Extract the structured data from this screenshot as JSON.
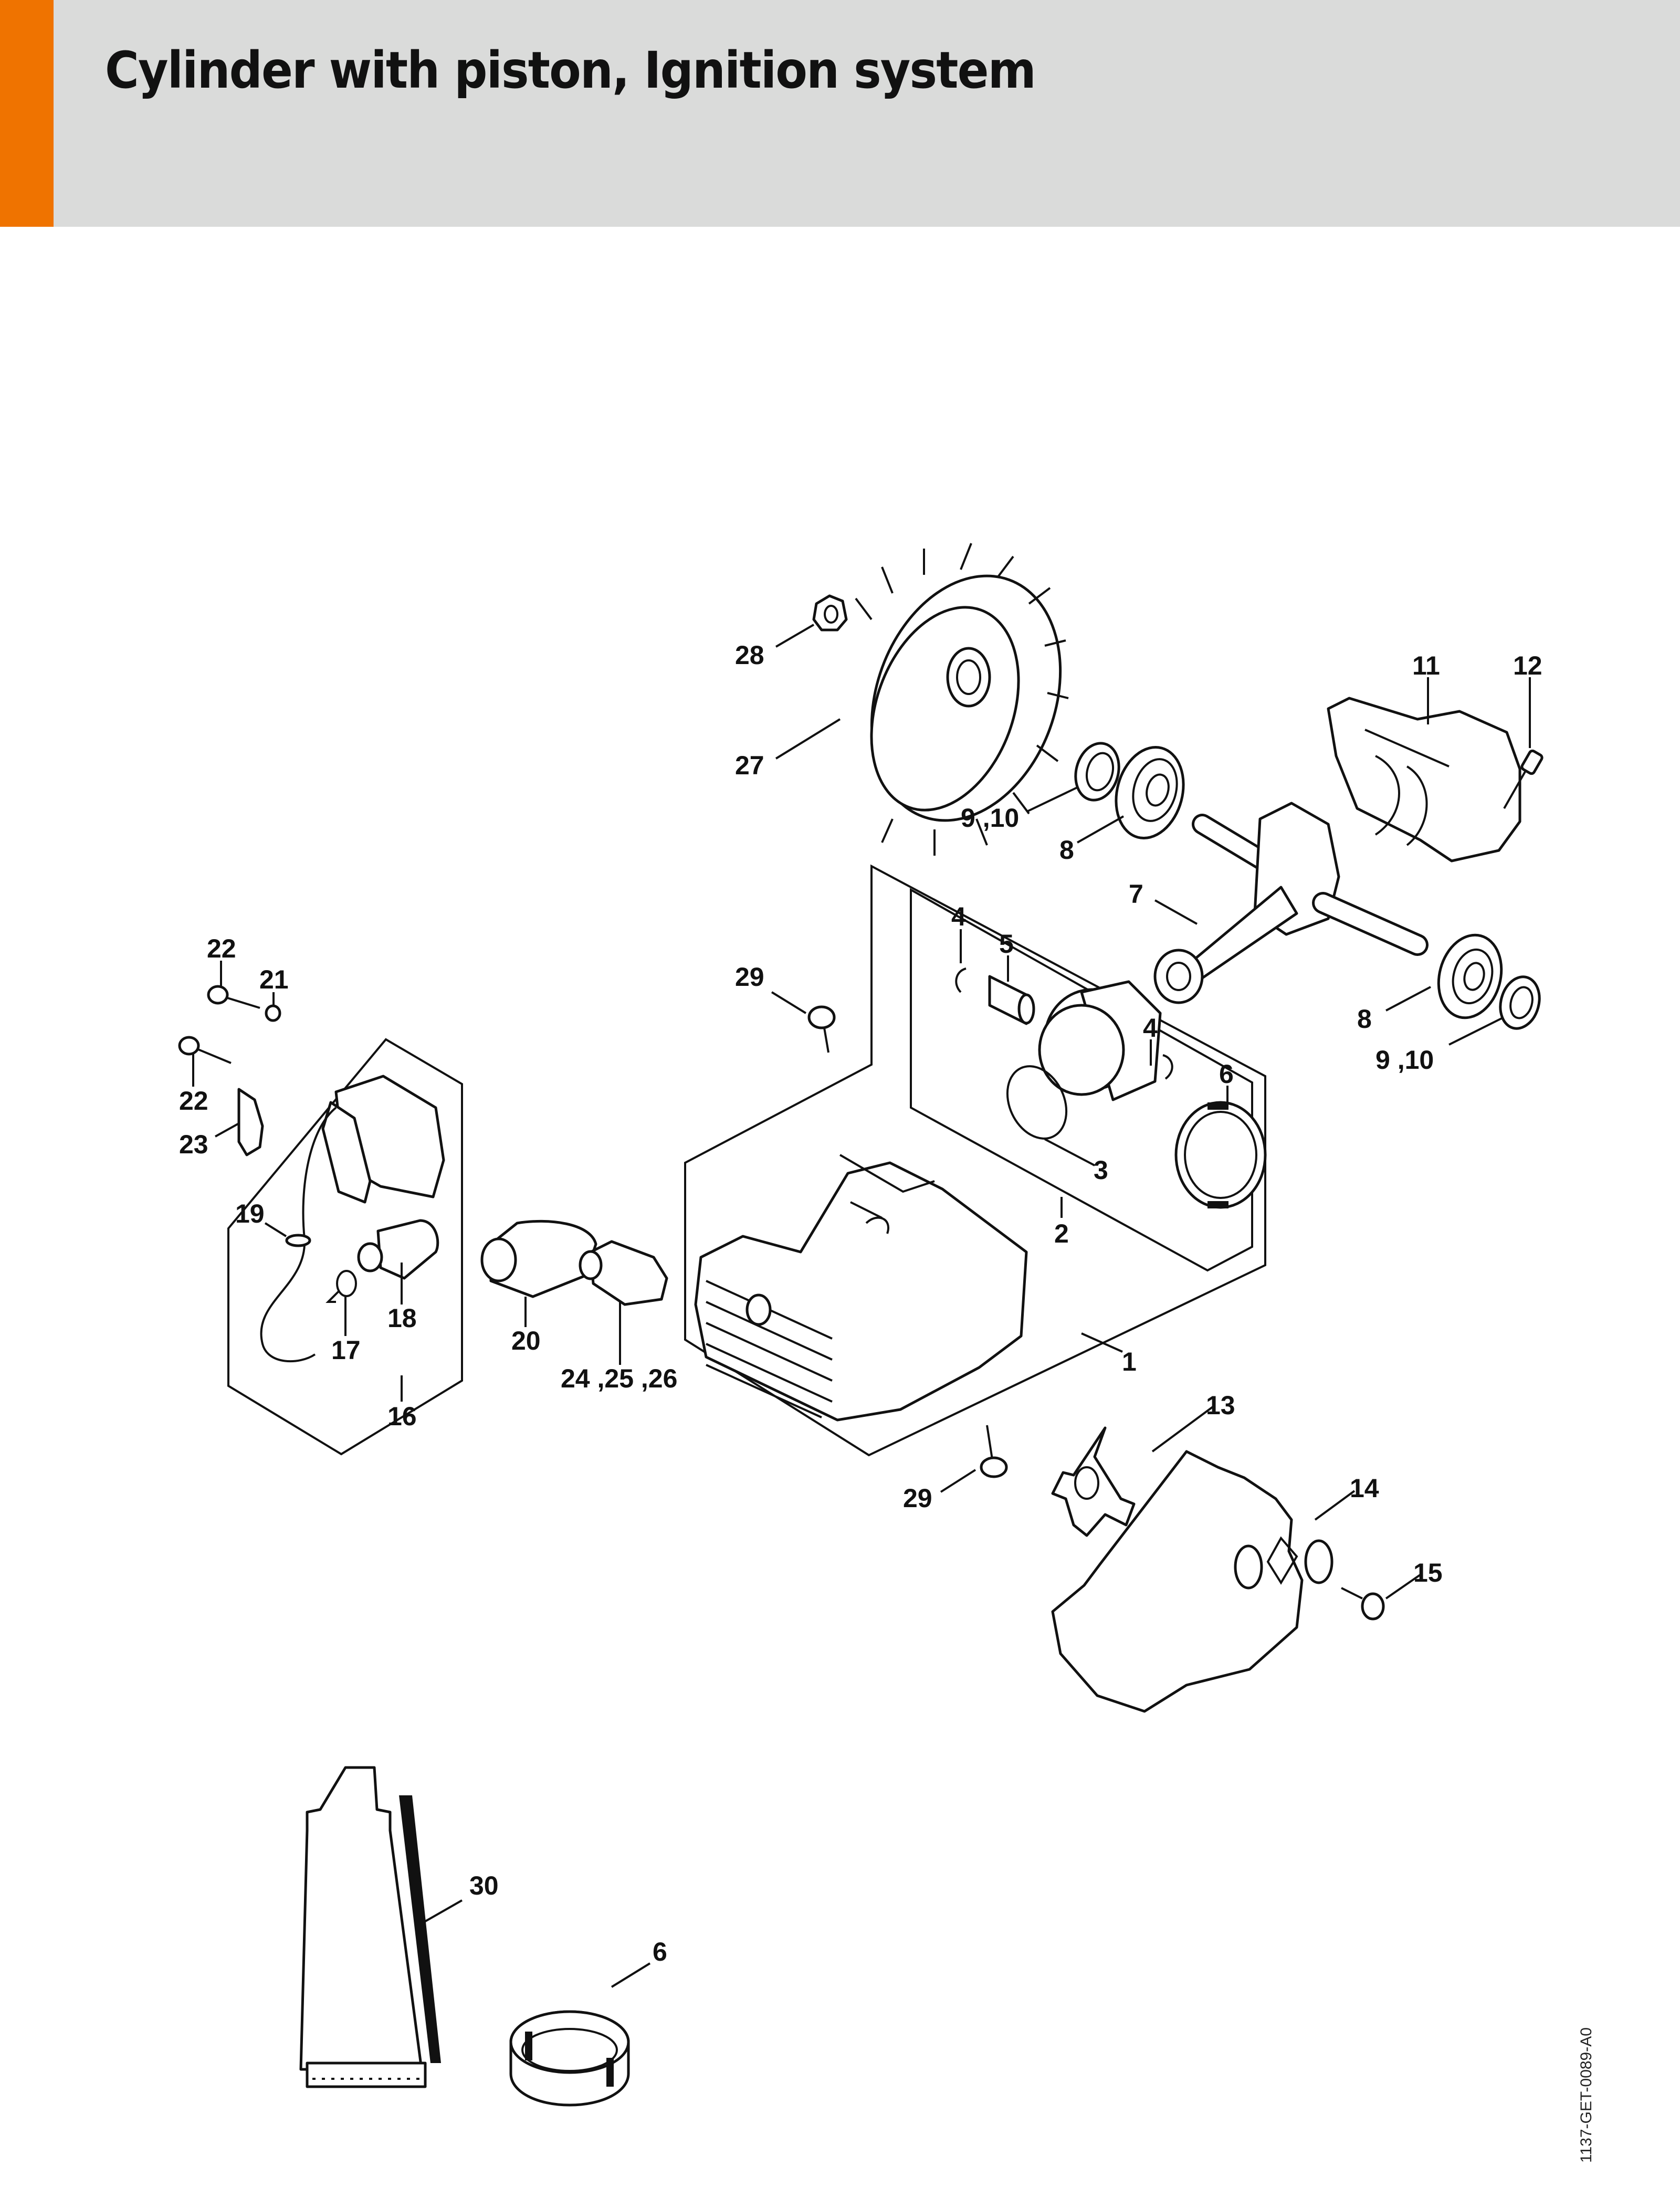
{
  "header": {
    "title": "Cylinder with piston, Ignition system",
    "accent_color": "#ef7300",
    "background_color": "#dadbda"
  },
  "diagram": {
    "drawing_code": "1137-GET-0089-A0",
    "callouts": [
      {
        "id": "c28",
        "label": "28",
        "part": "nut"
      },
      {
        "id": "c27",
        "label": "27",
        "part": "flywheel"
      },
      {
        "id": "c11",
        "label": "11",
        "part": "crankcase-half"
      },
      {
        "id": "c12",
        "label": "12",
        "part": "screw"
      },
      {
        "id": "c9-10a",
        "label": "9 ,10",
        "part": "oil-seal"
      },
      {
        "id": "c8a",
        "label": "8",
        "part": "ball-bearing"
      },
      {
        "id": "c7",
        "label": "7",
        "part": "crankshaft"
      },
      {
        "id": "c4a",
        "label": "4",
        "part": "circlip"
      },
      {
        "id": "c5",
        "label": "5",
        "part": "piston-pin"
      },
      {
        "id": "c29a",
        "label": "29",
        "part": "screw"
      },
      {
        "id": "c4b",
        "label": "4",
        "part": "circlip"
      },
      {
        "id": "c6a",
        "label": "6",
        "part": "assembly-sleeve"
      },
      {
        "id": "c8b",
        "label": "8",
        "part": "ball-bearing"
      },
      {
        "id": "c9-10b",
        "label": "9 ,10",
        "part": "oil-seal"
      },
      {
        "id": "c3",
        "label": "3",
        "part": "piston-ring"
      },
      {
        "id": "c2",
        "label": "2",
        "part": "piston-kit"
      },
      {
        "id": "c1",
        "label": "1",
        "part": "cylinder-with-piston"
      },
      {
        "id": "c13",
        "label": "13",
        "part": "gasket"
      },
      {
        "id": "c14",
        "label": "14",
        "part": "muffler"
      },
      {
        "id": "c15",
        "label": "15",
        "part": "screw"
      },
      {
        "id": "c29b",
        "label": "29",
        "part": "screw"
      },
      {
        "id": "c22a",
        "label": "22",
        "part": "screw"
      },
      {
        "id": "c21",
        "label": "21",
        "part": "washer"
      },
      {
        "id": "c22b",
        "label": "22",
        "part": "screw"
      },
      {
        "id": "c23",
        "label": "23",
        "part": "short-circuit-wire-clip"
      },
      {
        "id": "c19",
        "label": "19",
        "part": "grommet"
      },
      {
        "id": "c18",
        "label": "18",
        "part": "spark-plug-boot"
      },
      {
        "id": "c17",
        "label": "17",
        "part": "leg-spring"
      },
      {
        "id": "c16",
        "label": "16",
        "part": "ignition-module"
      },
      {
        "id": "c20",
        "label": "20",
        "part": "spark-plug-terminal-cover"
      },
      {
        "id": "c24-26",
        "label": "24 ,25 ,26",
        "part": "spark-plug"
      },
      {
        "id": "c30",
        "label": "30",
        "part": "grease-tube"
      },
      {
        "id": "c6b",
        "label": "6",
        "part": "assembly-sleeve"
      }
    ]
  }
}
